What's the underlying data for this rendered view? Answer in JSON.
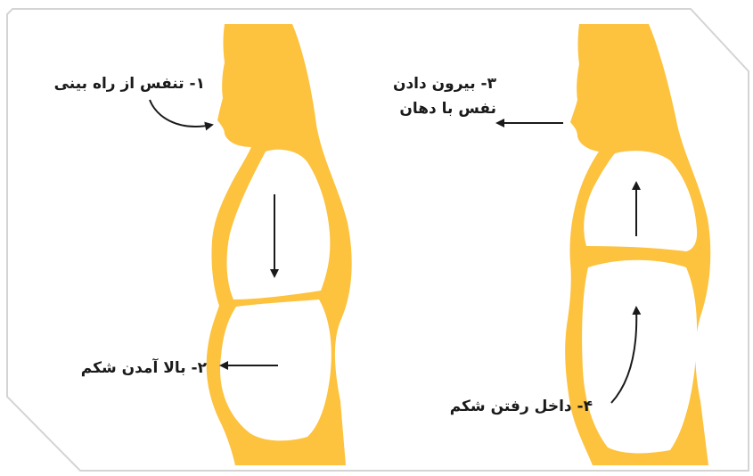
{
  "colors": {
    "body_fill": "#FDC23E",
    "cavity_fill": "#FFFFFF",
    "arrow": "#1A1A1A",
    "frame_shadow": "#D4D4D4"
  },
  "labels": {
    "step1": "۱- تنفس از راه بینی",
    "step2": "۲- بالا آمدن شکم",
    "step3_line1": "۳- بیرون دادن",
    "step3_line2": "نفس با دهان",
    "step4": "۴- داخل رفتن شکم"
  }
}
